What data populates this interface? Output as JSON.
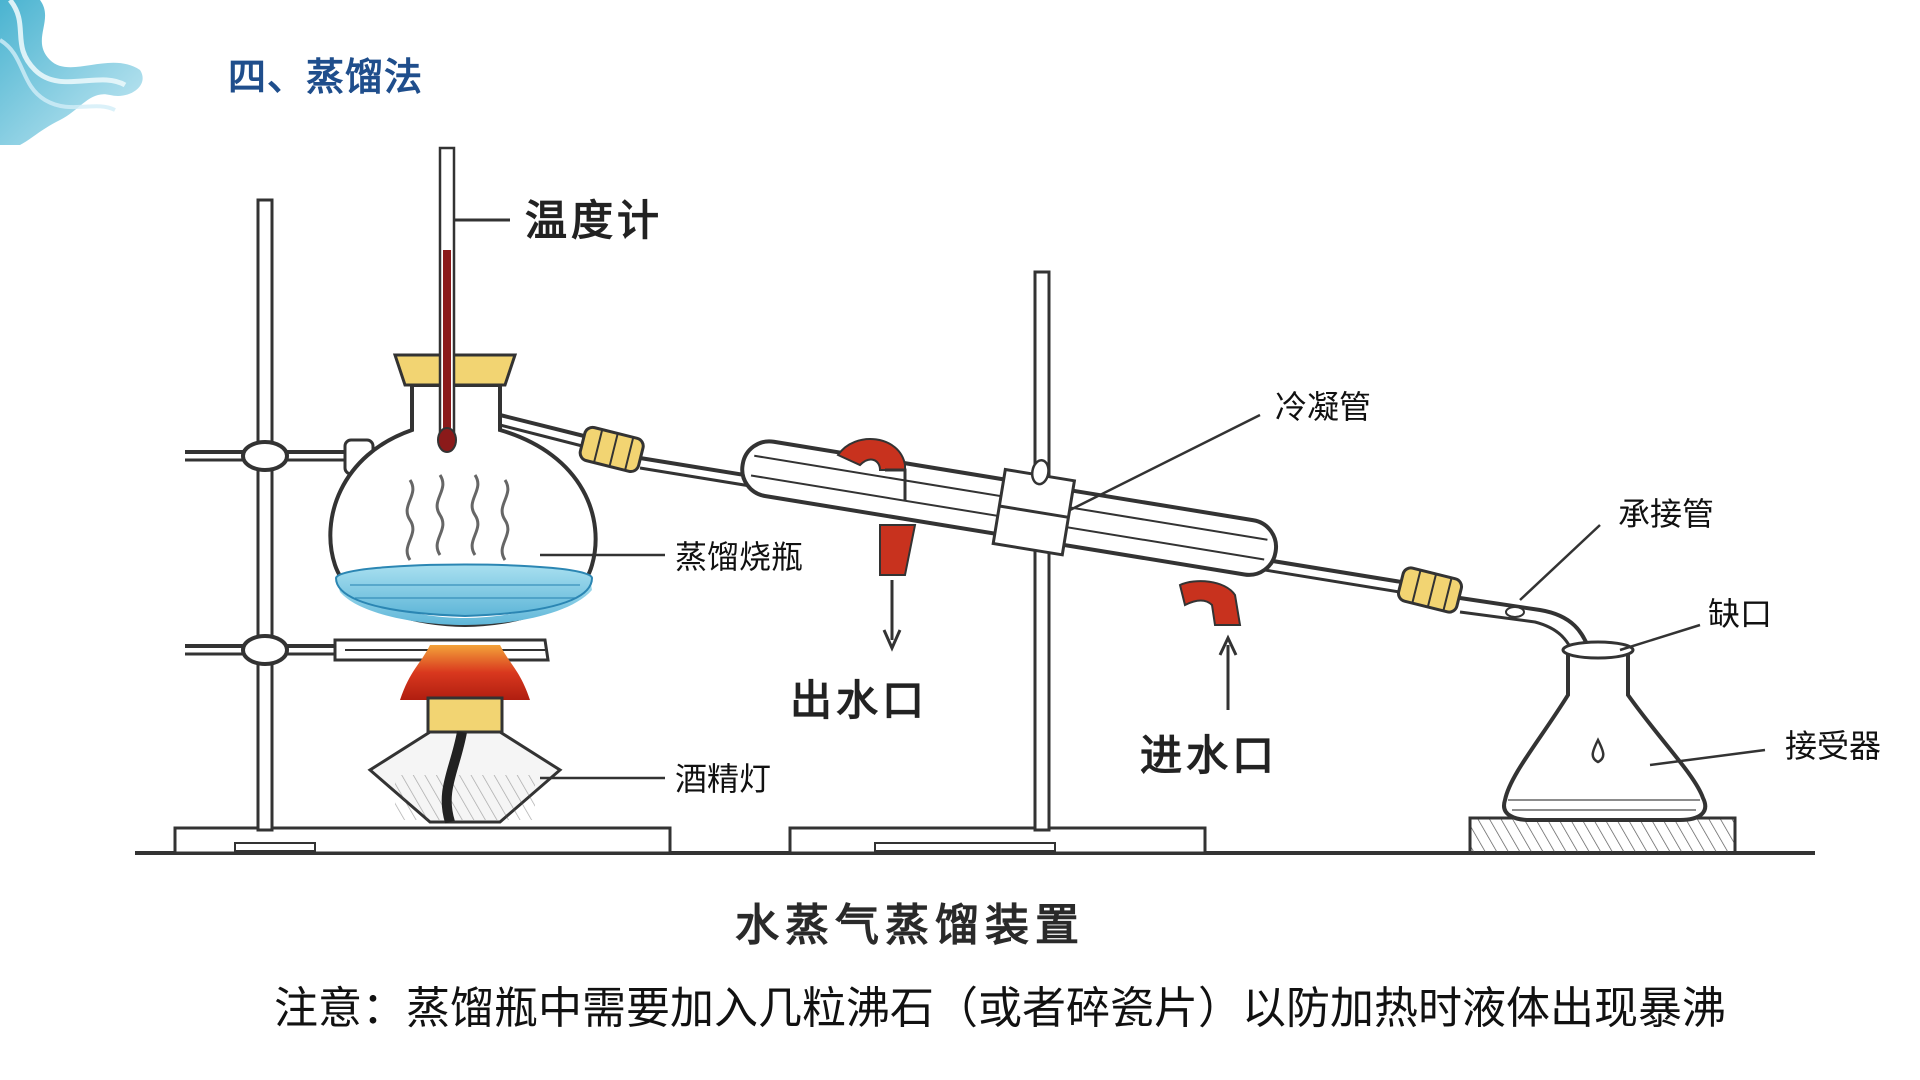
{
  "slide": {
    "title": "四、蒸馏法"
  },
  "diagram": {
    "labels": {
      "thermometer": "温度计",
      "condenser": "冷凝管",
      "distilling_flask": "蒸馏烧瓶",
      "adapter": "承接管",
      "notch": "缺口",
      "water_outlet": "出水口",
      "water_inlet": "进水口",
      "receiver": "接受器",
      "alcohol_lamp": "酒精灯"
    },
    "caption": "水蒸气蒸馏装置"
  },
  "note": {
    "text": "注意：蒸馏瓶中需要加入几粒沸石（或者碎瓷片）以防加热时液体出现暴沸"
  },
  "colors": {
    "title_blue": "#1f4e8c",
    "liquid_blue": "#7ec8e3",
    "flame_red": "#d9381e",
    "tube_red": "#c8321e",
    "cork_yellow": "#f2d472"
  }
}
